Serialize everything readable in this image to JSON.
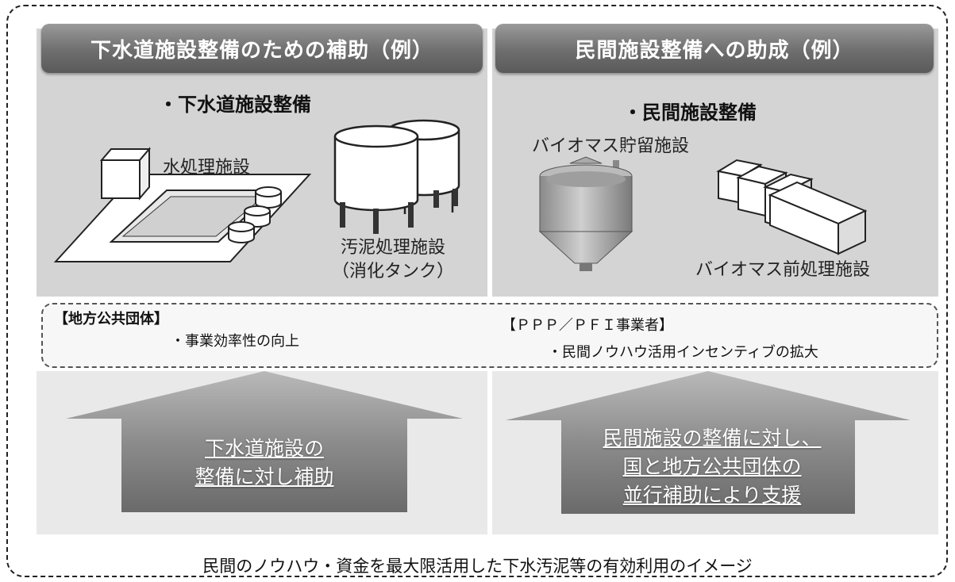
{
  "left": {
    "header": "下水道施設整備のための補助（例）",
    "subtitle": "・下水道施設整備",
    "water_label": "水処理施設",
    "sludge_label_1": "汚泥処理施設",
    "sludge_label_2": "（消化タンク）",
    "benefit_org": "【地方公共団体】",
    "benefit_item": "・事業効率性の向上",
    "arrow_line1": "下水道施設の",
    "arrow_line2": "整備に対し補助"
  },
  "right": {
    "header": "民間施設整備への助成（例）",
    "subtitle": "・民間施設整備",
    "storage_label": "バイオマス貯留施設",
    "pretreat_label": "バイオマス前処理施設",
    "benefit_org": "【ＰＰＰ／ＰＦＩ事業者】",
    "benefit_item": "・民間ノウハウ活用インセンティブの拡大",
    "arrow_line1": "民間施設の整備に対し、",
    "arrow_line2": "国と地方公共団体の",
    "arrow_line3": "並行補助により支援"
  },
  "caption": "民間のノウハウ・資金を最大限活用した下水汚泥等の有効利用のイメージ"
}
